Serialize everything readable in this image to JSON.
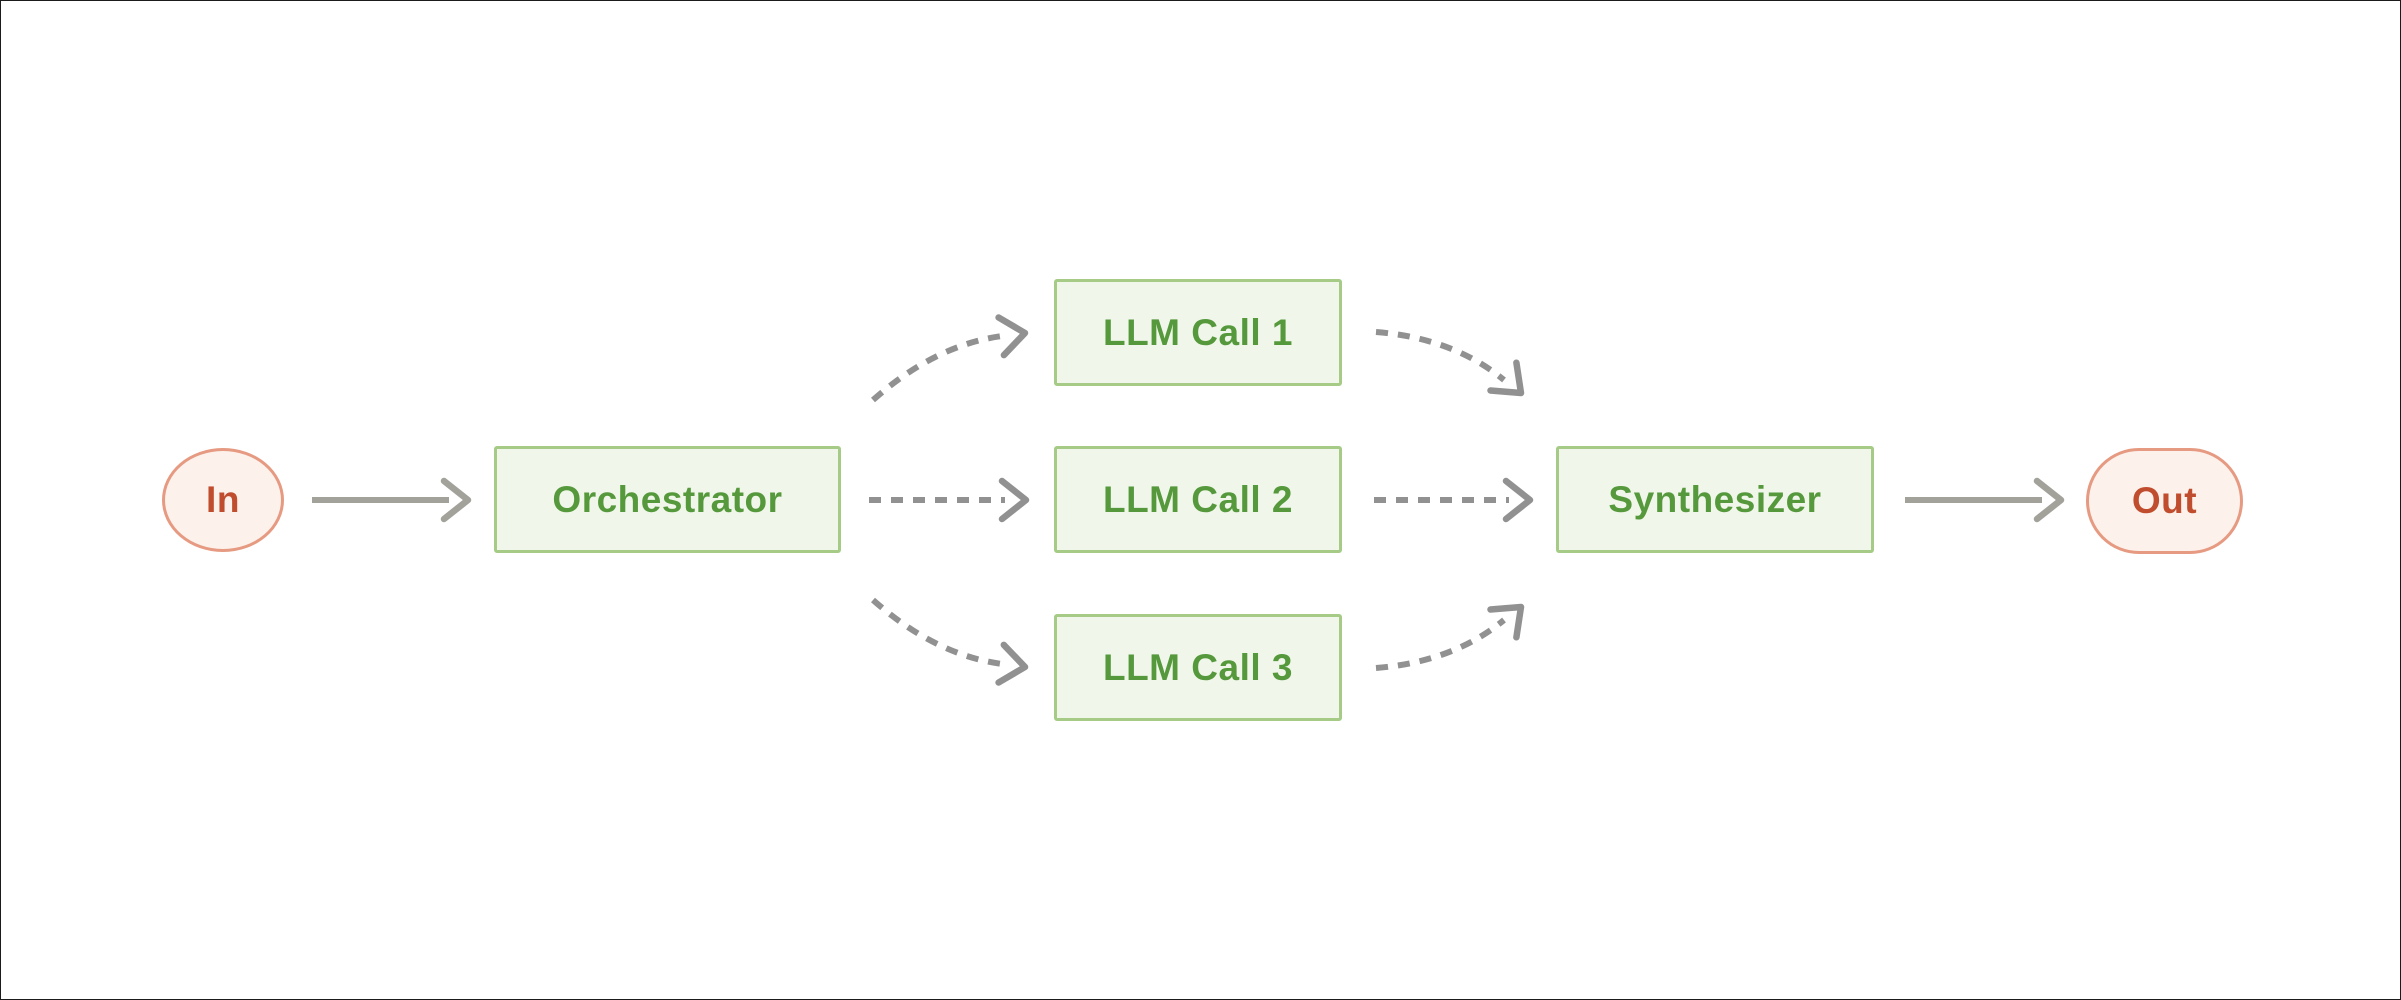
{
  "diagram": {
    "nodes": {
      "in": {
        "label": "In"
      },
      "orchestrator": {
        "label": "Orchestrator"
      },
      "llm_call_1": {
        "label": "LLM Call 1"
      },
      "llm_call_2": {
        "label": "LLM Call 2"
      },
      "llm_call_3": {
        "label": "LLM Call 3"
      },
      "synthesizer": {
        "label": "Synthesizer"
      },
      "out": {
        "label": "Out"
      }
    },
    "edges": [
      {
        "from": "In",
        "to": "Orchestrator",
        "style": "solid"
      },
      {
        "from": "Orchestrator",
        "to": "LLM Call 1",
        "style": "dashed"
      },
      {
        "from": "Orchestrator",
        "to": "LLM Call 2",
        "style": "dashed"
      },
      {
        "from": "Orchestrator",
        "to": "LLM Call 3",
        "style": "dashed"
      },
      {
        "from": "LLM Call 1",
        "to": "Synthesizer",
        "style": "dashed"
      },
      {
        "from": "LLM Call 2",
        "to": "Synthesizer",
        "style": "dashed"
      },
      {
        "from": "LLM Call 3",
        "to": "Synthesizer",
        "style": "dashed"
      },
      {
        "from": "Synthesizer",
        "to": "Out",
        "style": "solid"
      }
    ],
    "colors": {
      "green_fill": "#f0f6e9",
      "green_border": "#a6cb87",
      "green_text": "#55993c",
      "red_fill": "#fdf1ec",
      "red_border": "#e69a81",
      "red_text": "#c04e2e",
      "arrow_solid": "#a2a29a",
      "arrow_dashed": "#919191",
      "background": "#ffffff"
    }
  }
}
